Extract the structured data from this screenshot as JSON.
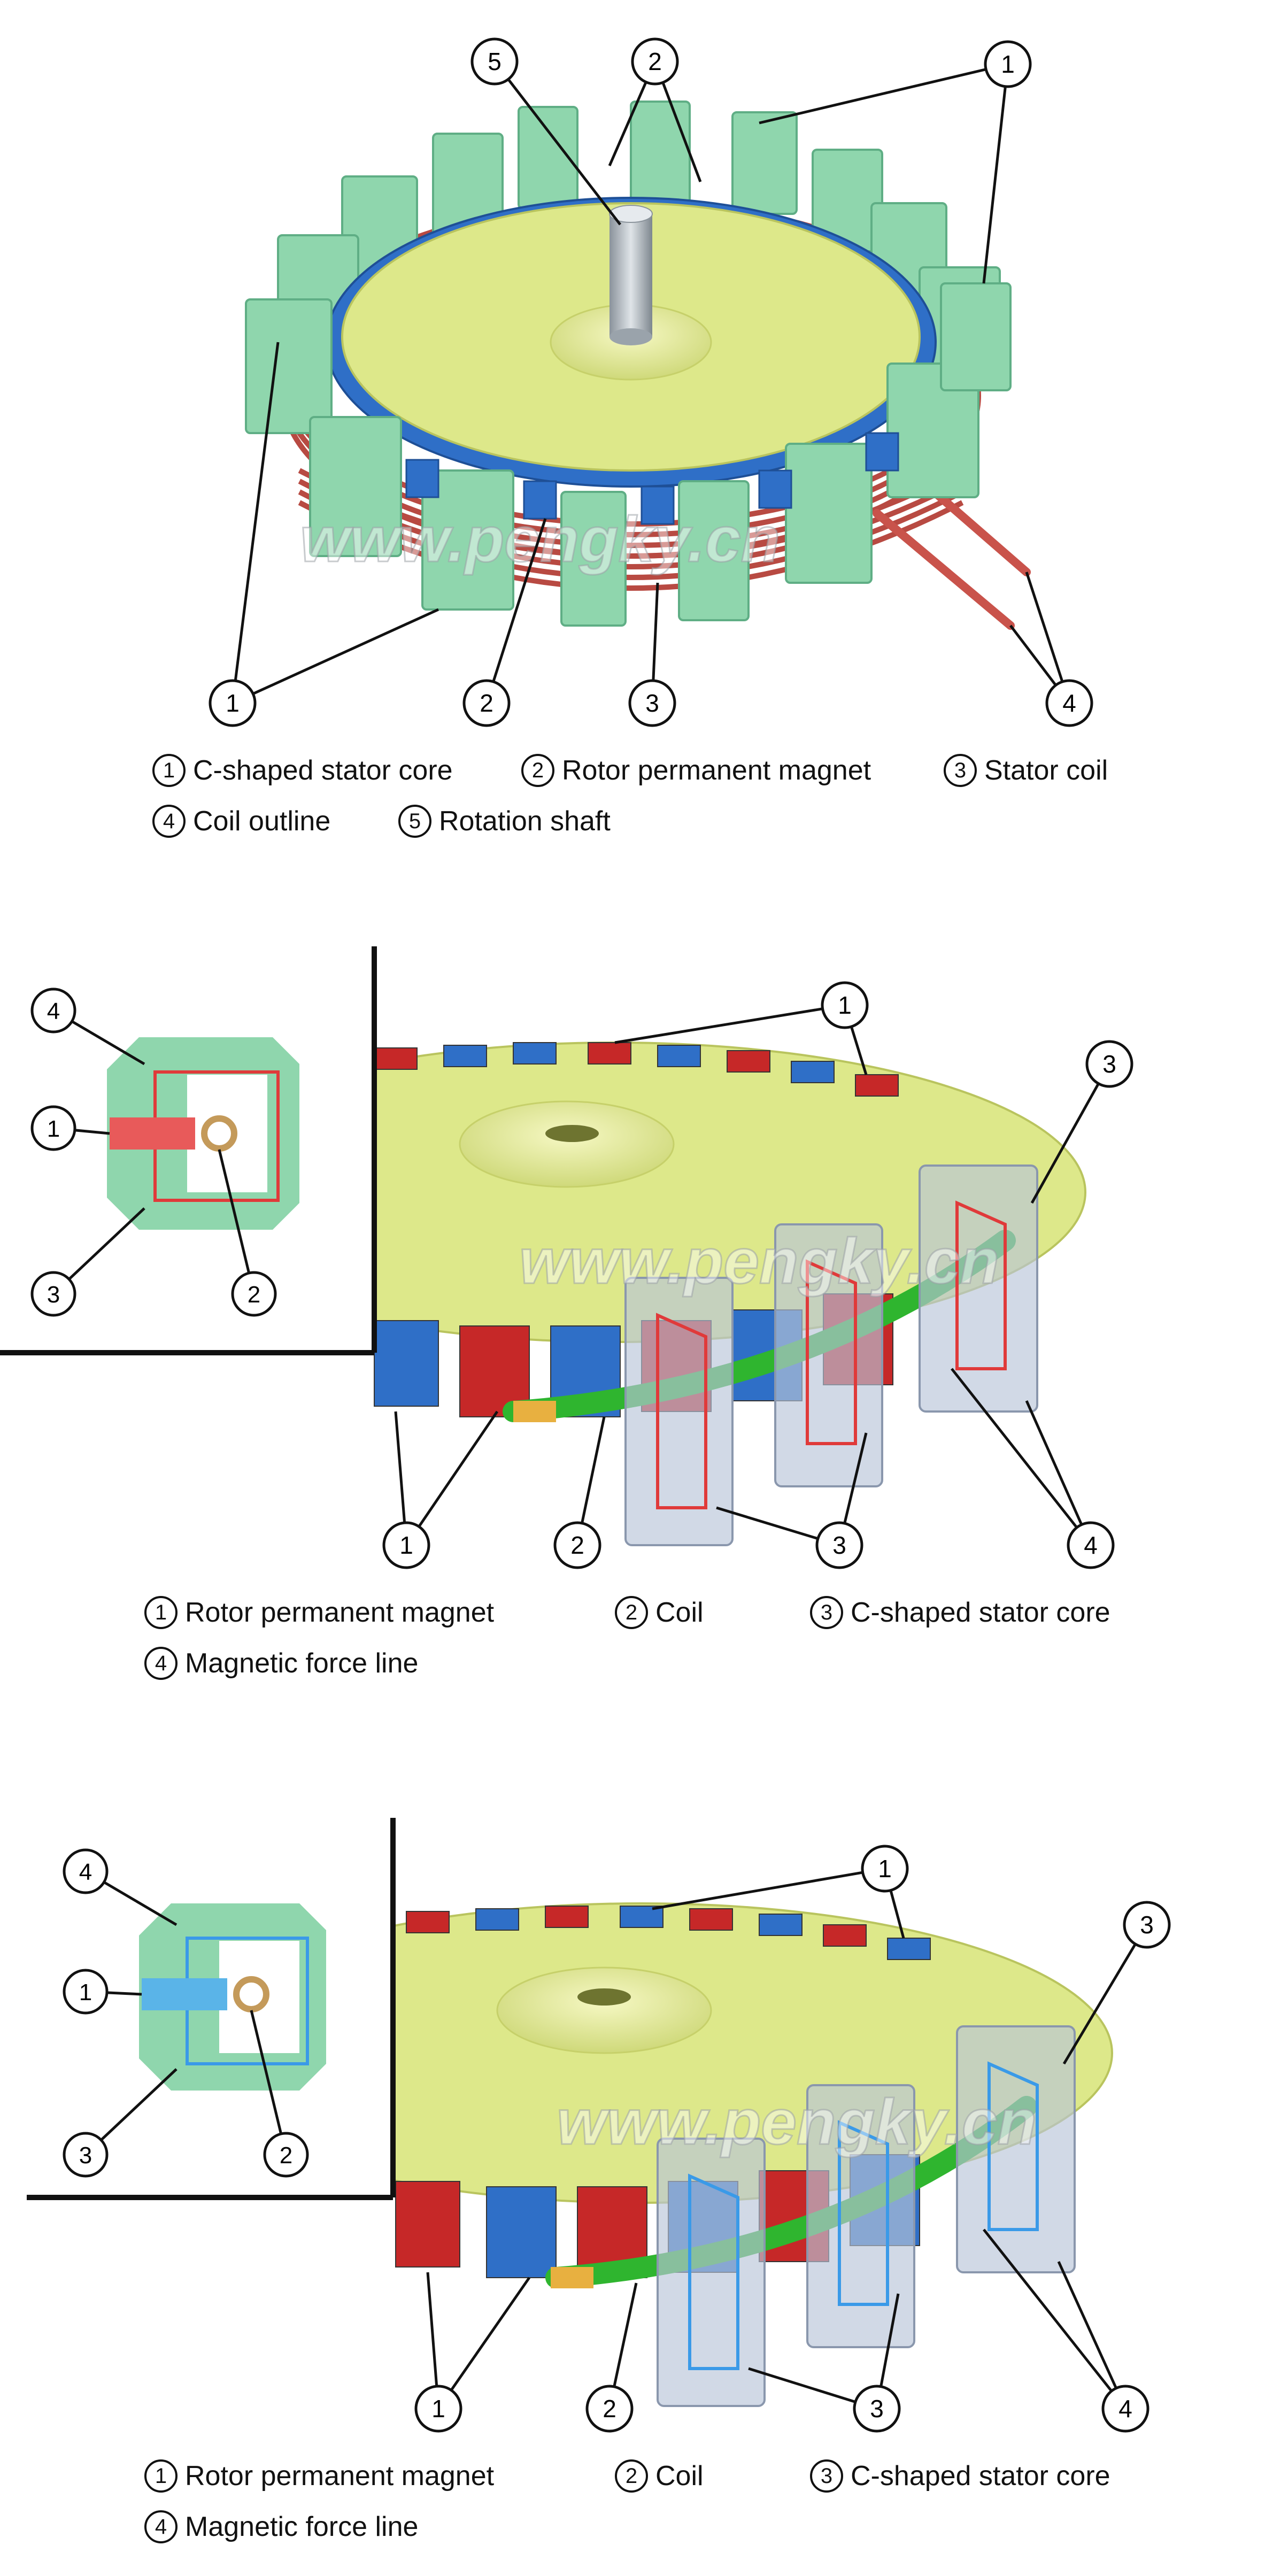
{
  "watermark": "www.pengky.cn",
  "colors": {
    "stator_core": "#8fd6ad",
    "rotor_disc": "#dde88a",
    "magnet_red": "#c62828",
    "magnet_blue": "#2f6fc7",
    "coil_green": "#2fb52f",
    "coil_copper": "#b84a42",
    "force_red": "#e03a3a",
    "force_blue": "#3a9ae8",
    "transparent_core": "#b8c4d8"
  },
  "panel1": {
    "callouts": [
      "1",
      "2",
      "3",
      "4",
      "5"
    ],
    "legend": [
      {
        "num": "1",
        "label": "C-shaped stator core"
      },
      {
        "num": "2",
        "label": "Rotor permanent magnet"
      },
      {
        "num": "3",
        "label": "Stator coil"
      },
      {
        "num": "4",
        "label": "Coil outline"
      },
      {
        "num": "5",
        "label": "Rotation shaft"
      }
    ]
  },
  "panel2": {
    "callouts": [
      "1",
      "2",
      "3",
      "4"
    ],
    "inset_callouts": [
      "4",
      "1",
      "3",
      "2"
    ],
    "legend": [
      {
        "num": "1",
        "label": "Rotor permanent magnet"
      },
      {
        "num": "2",
        "label": "Coil"
      },
      {
        "num": "3",
        "label": "C-shaped stator core"
      },
      {
        "num": "4",
        "label": "Magnetic force line"
      }
    ]
  },
  "panel3": {
    "callouts": [
      "1",
      "2",
      "3",
      "4"
    ],
    "inset_callouts": [
      "4",
      "1",
      "3",
      "2"
    ],
    "legend": [
      {
        "num": "1",
        "label": "Rotor permanent magnet"
      },
      {
        "num": "2",
        "label": "Coil"
      },
      {
        "num": "3",
        "label": "C-shaped stator core"
      },
      {
        "num": "4",
        "label": "Magnetic force line"
      }
    ]
  }
}
